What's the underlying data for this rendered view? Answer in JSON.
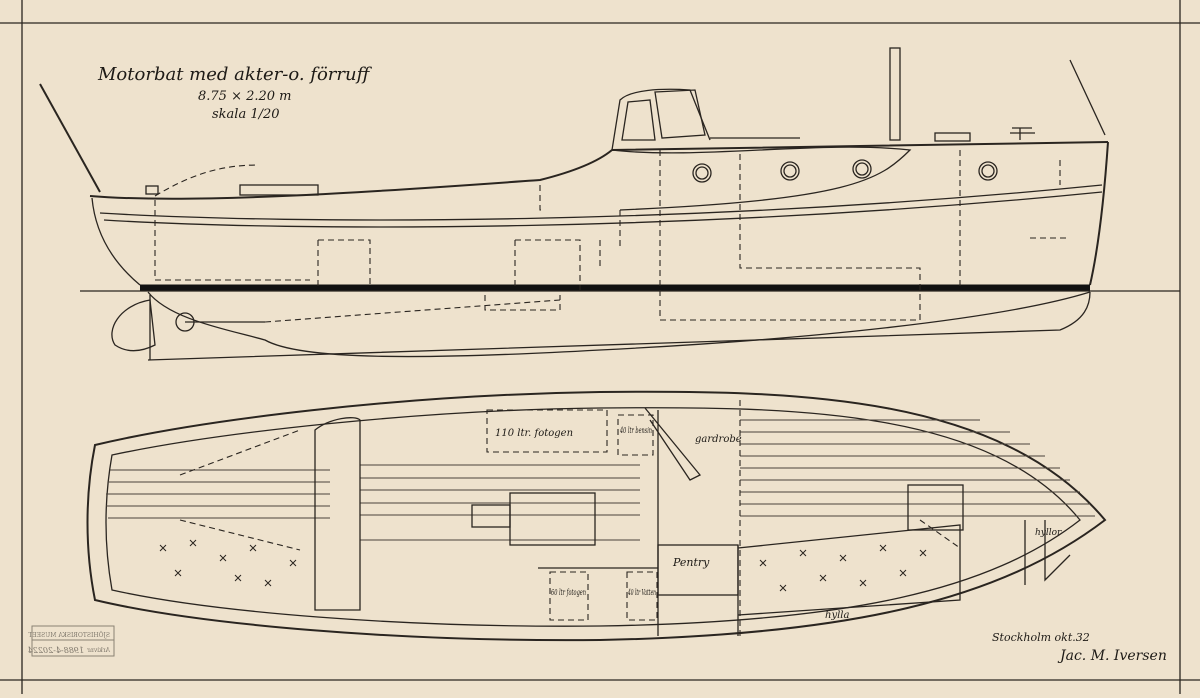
{
  "title": {
    "line1": "Motorbat med akter-o. förruff",
    "line2": "8.75 × 2.20 m",
    "line3": "skala 1/20"
  },
  "labels": {
    "tank_fotogen_110": "110 ltr. fotogen",
    "tank_bensin_40": "40 ltr bensin",
    "gardrobe": "gardrobe",
    "pentry": "Pentry",
    "tank_fotogen_60": "60 ltr fotogen",
    "tank_vatten_40": "40 ltr Vatten",
    "hyllor": "hyllor",
    "hylla": "hylla"
  },
  "footer": {
    "place_date": "Stockholm okt.32",
    "signature": "Jac. M. Iversen"
  },
  "stamp": {
    "museum": "SJÖHISTORISKA MUSEET",
    "archive_label": "Arkivnr",
    "archive_number": "1988-4-20224"
  },
  "colors": {
    "paper": "#eee2cd",
    "ink": "#2a2520"
  }
}
